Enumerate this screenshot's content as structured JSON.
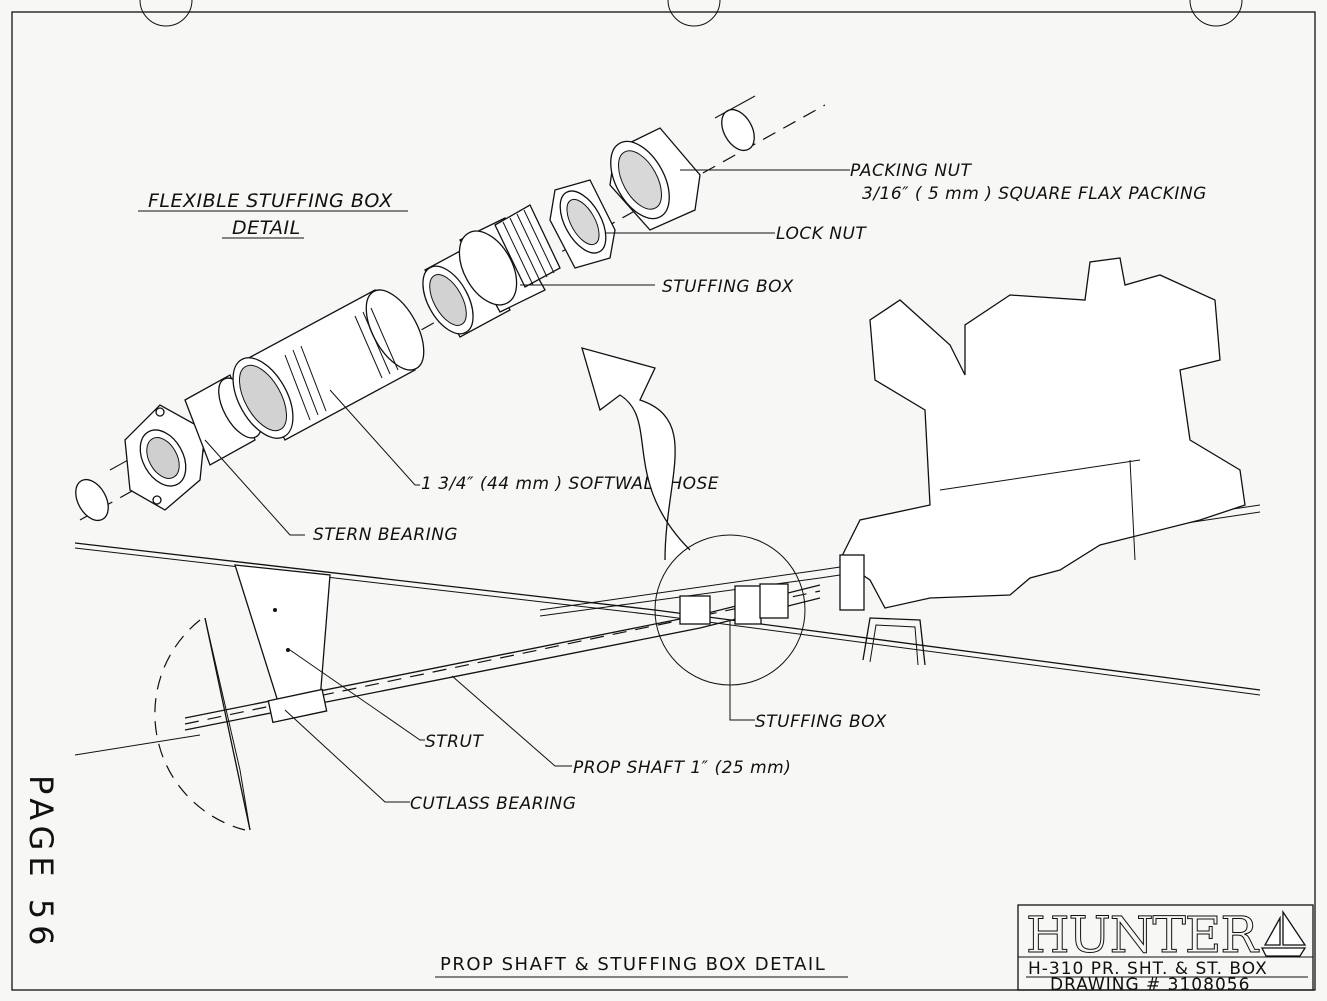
{
  "detail_title": {
    "line1": "FLEXIBLE STUFFING BOX",
    "line2": "DETAIL"
  },
  "callouts": {
    "packing_nut": "PACKING NUT",
    "flax_packing": "3/16″ ( 5 mm ) SQUARE FLAX PACKING",
    "lock_nut": "LOCK NUT",
    "stuffing_box_upper": "STUFFING BOX",
    "softwall_hose": "1 3/4″ (44 mm ) SOFTWALL HOSE",
    "stern_bearing": "STERN BEARING",
    "stuffing_box_lower": "STUFFING BOX",
    "strut": "STRUT",
    "prop_shaft": "PROP SHAFT 1″ (25 mm)",
    "cutlass_bearing": "CUTLASS BEARING"
  },
  "page_label": "PAGE 56",
  "drawing_title": "PROP SHAFT & STUFFING BOX DETAIL",
  "title_block": {
    "brand": "HUNTER",
    "subtitle": "H-310 PR. SHT. & ST. BOX",
    "drawing_number": "DRAWING # 3108056"
  },
  "colors": {
    "ink": "#111111",
    "paper": "#f7f7f5"
  },
  "icons": [
    "sailboat-logo-icon"
  ]
}
